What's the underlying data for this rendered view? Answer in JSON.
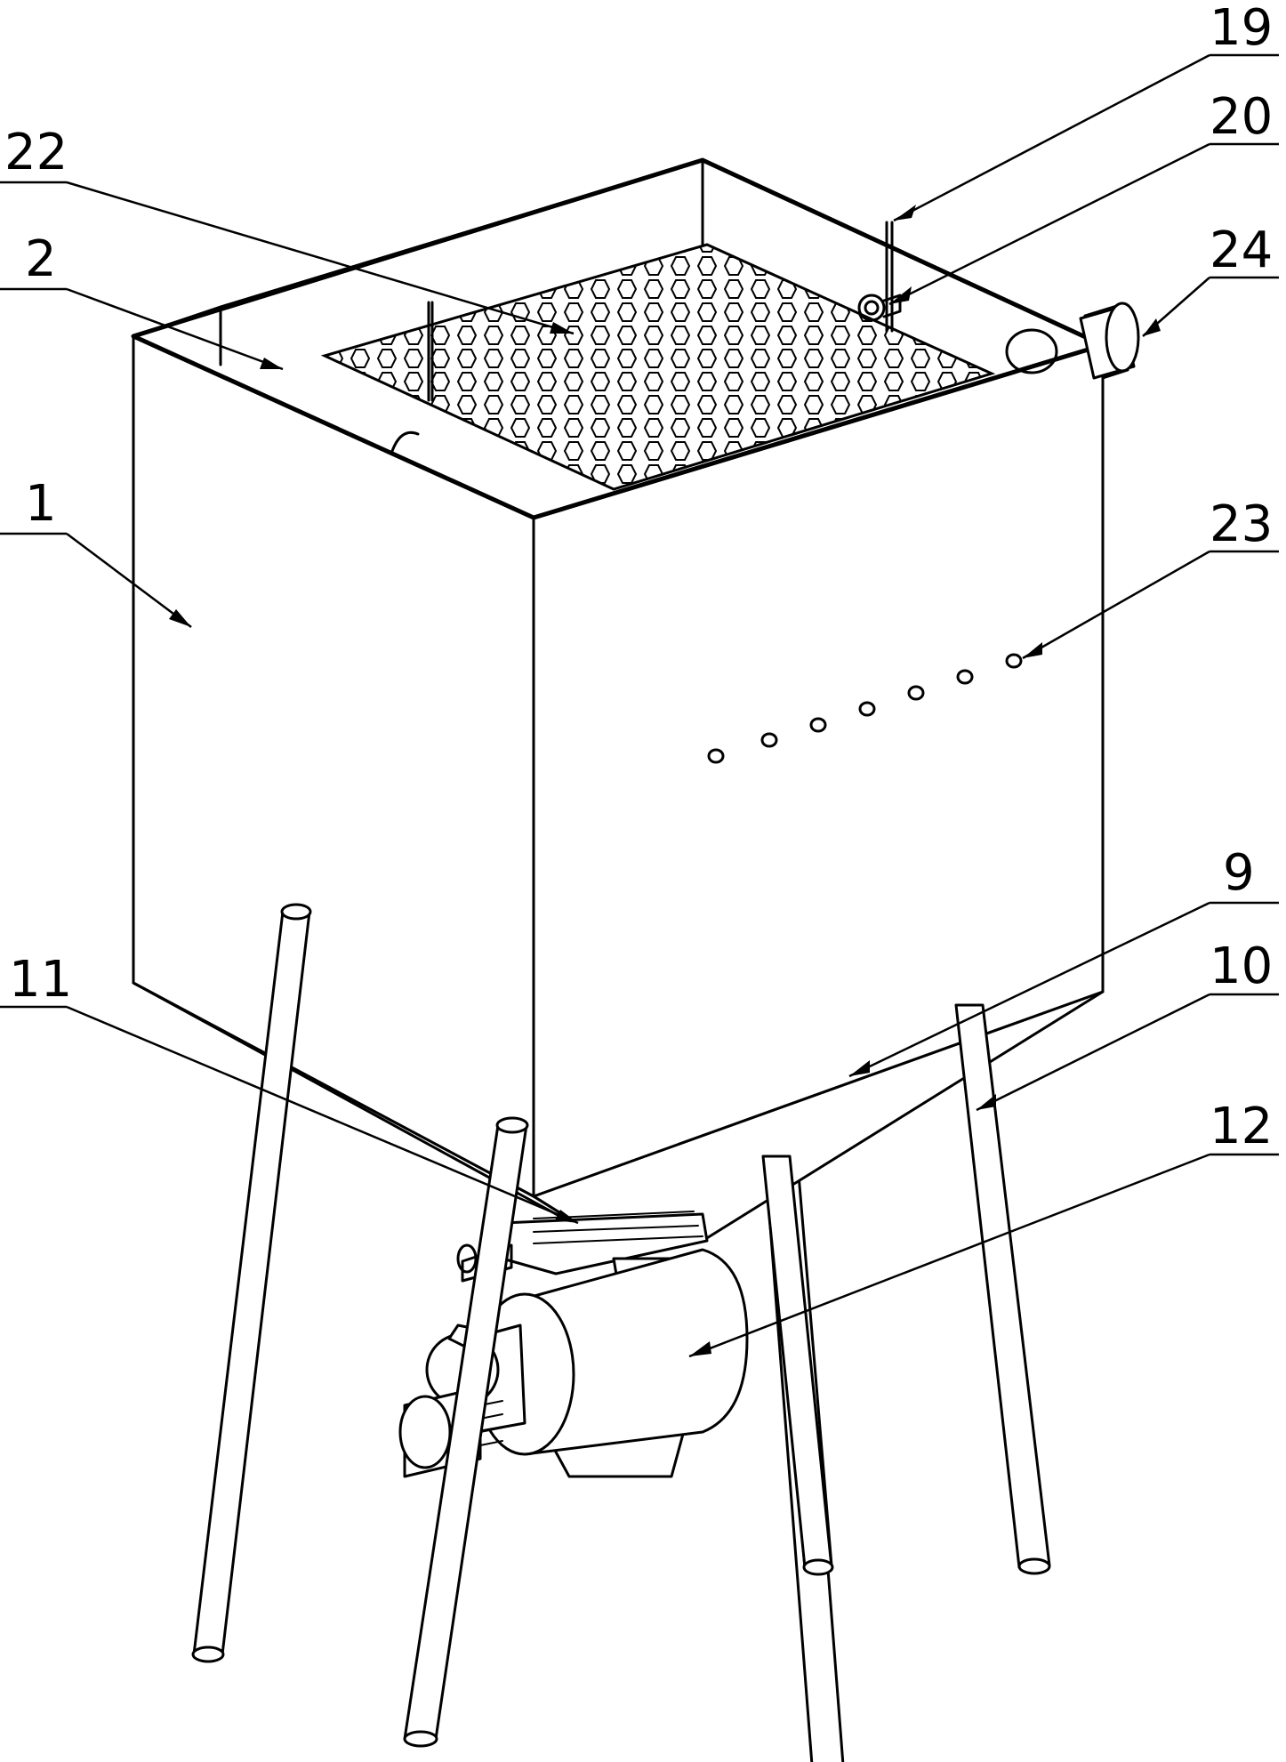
{
  "labels": {
    "l1": "1",
    "l2": "2",
    "l9": "9",
    "l10": "10",
    "l11": "11",
    "l12": "12",
    "l19": "19",
    "l20": "20",
    "l22": "22",
    "l23": "23",
    "l24": "24"
  },
  "colors": {
    "line": "#000000",
    "background": "#ffffff"
  }
}
